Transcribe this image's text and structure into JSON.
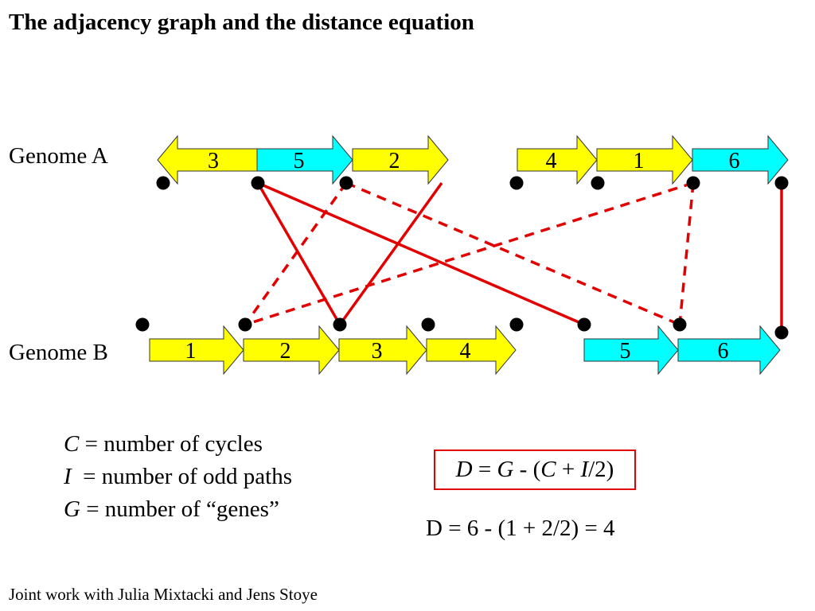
{
  "title": "The adjacency graph and the distance equation",
  "genome_a": {
    "label": "Genome A",
    "genes": [
      {
        "label": "3",
        "direction": "left",
        "color": "#ffff00"
      },
      {
        "label": "5",
        "direction": "right",
        "color": "#00ffff"
      },
      {
        "label": "2",
        "direction": "right",
        "color": "#ffff00"
      },
      {
        "label": "4",
        "direction": "right",
        "color": "#ffff00"
      },
      {
        "label": "1",
        "direction": "right",
        "color": "#ffff00"
      },
      {
        "label": "6",
        "direction": "right",
        "color": "#00ffff"
      }
    ]
  },
  "genome_b": {
    "label": "Genome B",
    "genes": [
      {
        "label": "1",
        "direction": "right",
        "color": "#ffff00"
      },
      {
        "label": "2",
        "direction": "right",
        "color": "#ffff00"
      },
      {
        "label": "3",
        "direction": "right",
        "color": "#ffff00"
      },
      {
        "label": "4",
        "direction": "right",
        "color": "#ffff00"
      },
      {
        "label": "5",
        "direction": "right",
        "color": "#00ffff"
      },
      {
        "label": "6",
        "direction": "right",
        "color": "#00ffff"
      }
    ]
  },
  "edge_color": "#e30000",
  "definitions": [
    {
      "symbol": "C",
      "text": " = number of cycles"
    },
    {
      "symbol": "I",
      "text": "  = number of odd paths"
    },
    {
      "symbol": "G",
      "text": " = number of “genes”"
    }
  ],
  "formula": {
    "d": "D",
    "eq1": " = ",
    "g": "G",
    "mid": " - (",
    "c": "C",
    "plus": " + ",
    "i": "I",
    "tail": "/2)"
  },
  "calculation": "D = 6 - (1 + 2/2) = 4",
  "footer": "Joint work with Julia Mixtacki and Jens Stoye"
}
